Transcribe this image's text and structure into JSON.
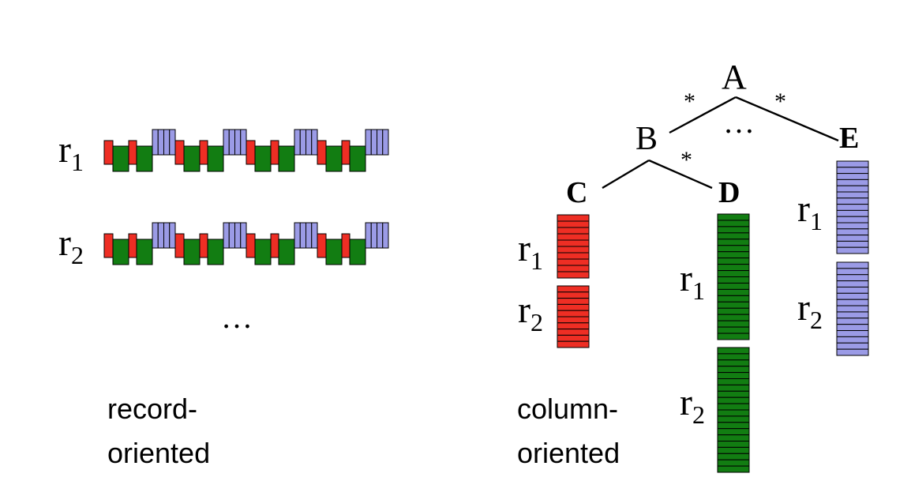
{
  "colors": {
    "red": "#ee2e24",
    "green": "#127d12",
    "blue": "#9b9be6"
  },
  "record_oriented": {
    "rows": [
      {
        "label": "r",
        "sub": "1"
      },
      {
        "label": "r",
        "sub": "2"
      }
    ],
    "ellipsis": "…",
    "caption_line1": "record-",
    "caption_line2": "oriented"
  },
  "column_oriented": {
    "tree": {
      "nodes": {
        "A": "A",
        "B": "B",
        "C": "C",
        "D": "D",
        "E": "E"
      },
      "stars": [
        "*",
        "*",
        "*"
      ],
      "ellipsis": "…"
    },
    "labels": {
      "r": "r",
      "sub1": "1",
      "sub2": "2"
    },
    "caption_line1": "column-",
    "caption_line2": "oriented"
  }
}
